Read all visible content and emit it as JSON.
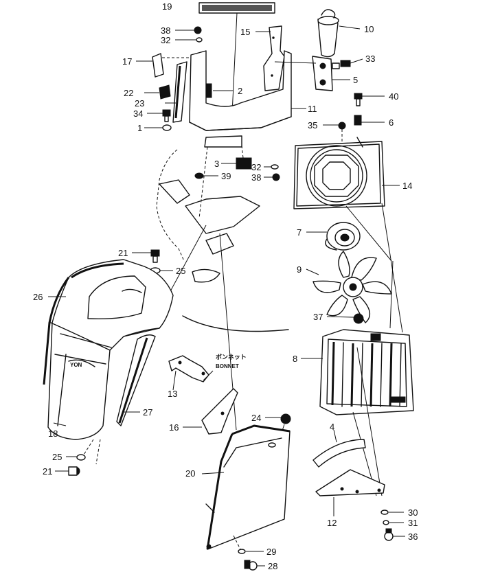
{
  "callouts": [
    {
      "id": "p19",
      "text": "19"
    },
    {
      "id": "p10",
      "text": "10"
    },
    {
      "id": "p38a",
      "text": "38"
    },
    {
      "id": "p32a",
      "text": "32"
    },
    {
      "id": "p15",
      "text": "15"
    },
    {
      "id": "p17",
      "text": "17"
    },
    {
      "id": "p33",
      "text": "33"
    },
    {
      "id": "p5",
      "text": "5"
    },
    {
      "id": "p22",
      "text": "22"
    },
    {
      "id": "p2",
      "text": "2"
    },
    {
      "id": "p40",
      "text": "40"
    },
    {
      "id": "p23",
      "text": "23"
    },
    {
      "id": "p34",
      "text": "34"
    },
    {
      "id": "p11",
      "text": "11"
    },
    {
      "id": "p35",
      "text": "35"
    },
    {
      "id": "p6",
      "text": "6"
    },
    {
      "id": "p1",
      "text": "1"
    },
    {
      "id": "p3",
      "text": "3"
    },
    {
      "id": "p32b",
      "text": "32"
    },
    {
      "id": "p39",
      "text": "39"
    },
    {
      "id": "p38b",
      "text": "38"
    },
    {
      "id": "p14",
      "text": "14"
    },
    {
      "id": "p7",
      "text": "7"
    },
    {
      "id": "p21a",
      "text": "21"
    },
    {
      "id": "p25a",
      "text": "25"
    },
    {
      "id": "p9",
      "text": "9"
    },
    {
      "id": "p26",
      "text": "26"
    },
    {
      "id": "p37",
      "text": "37"
    },
    {
      "id": "p8",
      "text": "8"
    },
    {
      "id": "p13",
      "text": "13"
    },
    {
      "id": "p27",
      "text": "27"
    },
    {
      "id": "p24",
      "text": "24"
    },
    {
      "id": "p16",
      "text": "16"
    },
    {
      "id": "p4",
      "text": "4"
    },
    {
      "id": "p18",
      "text": "18"
    },
    {
      "id": "p25b",
      "text": "25"
    },
    {
      "id": "p21b",
      "text": "21"
    },
    {
      "id": "p20",
      "text": "20"
    },
    {
      "id": "p12",
      "text": "12"
    },
    {
      "id": "p30",
      "text": "30"
    },
    {
      "id": "p31",
      "text": "31"
    },
    {
      "id": "p36",
      "text": "36"
    },
    {
      "id": "p29",
      "text": "29"
    },
    {
      "id": "p28",
      "text": "28"
    }
  ],
  "bonnet_label_jp": "ボンネット",
  "bonnet_label_en": "BONNET"
}
